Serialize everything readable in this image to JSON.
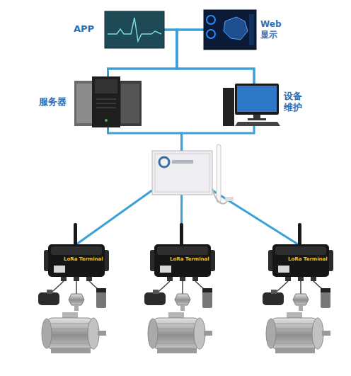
{
  "diagram": {
    "nodes": [
      {
        "text": [
          "APP"
        ]
      },
      {
        "text": [
          "Web 显示"
        ]
      },
      {
        "text": [
          "服务器"
        ]
      },
      {
        "text": [
          "设备 维护"
        ]
      },
      {
        "text": []
      },
      {
        "text": [
          "LoRa Terminal"
        ]
      },
      {
        "text": [
          "LoRa Terminal"
        ]
      },
      {
        "text": [
          "LoRa Terminal"
        ]
      }
    ],
    "edges": [
      {
        "from": 0,
        "to": 2,
        "arrow": "none"
      },
      {
        "from": 0,
        "to": 3,
        "arrow": "none"
      },
      {
        "from": 1,
        "to": 2,
        "arrow": "none"
      },
      {
        "from": 1,
        "to": 3,
        "arrow": "none"
      },
      {
        "from": 2,
        "to": 4,
        "arrow": "none"
      },
      {
        "from": 3,
        "to": 4,
        "arrow": "none"
      },
      {
        "from": 4,
        "to": 5,
        "arrow": "none"
      },
      {
        "from": 4,
        "to": 6,
        "arrow": "none"
      },
      {
        "from": 4,
        "to": 7,
        "arrow": "none"
      }
    ]
  }
}
